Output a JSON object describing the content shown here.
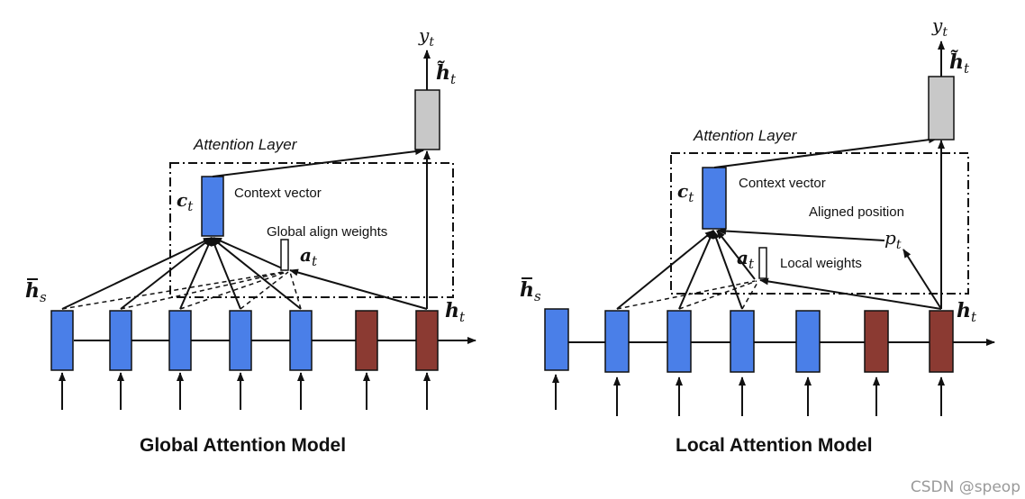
{
  "colors": {
    "encoder": "#4a7fe8",
    "decoder": "#8b3a32",
    "output": "#c8c8c8",
    "stroke": "#111111"
  },
  "global": {
    "title": "Global Attention Model",
    "attention_layer": "Attention Layer",
    "context_vector": "Context vector",
    "align_weights": "Global align weights",
    "sym_c": "c",
    "sym_c_sub": "t",
    "sym_a": "a",
    "sym_a_sub": "t",
    "sym_hs": "h",
    "sym_hs_sub": "s",
    "sym_ht": "h",
    "sym_ht_sub": "t",
    "sym_htilde": "h̃",
    "sym_htilde_sub": "t",
    "sym_y": "y",
    "sym_y_sub": "t"
  },
  "local": {
    "title": "Local Attention Model",
    "attention_layer": "Attention Layer",
    "context_vector": "Context vector",
    "aligned_position": "Aligned position",
    "local_weights": "Local weights",
    "sym_c": "c",
    "sym_c_sub": "t",
    "sym_a": "a",
    "sym_a_sub": "t",
    "sym_p": "p",
    "sym_p_sub": "t",
    "sym_hs": "h",
    "sym_hs_sub": "s",
    "sym_ht": "h",
    "sym_ht_sub": "t",
    "sym_htilde": "h̃",
    "sym_htilde_sub": "t",
    "sym_y": "y",
    "sym_y_sub": "t"
  },
  "watermark": "CSDN @speop"
}
